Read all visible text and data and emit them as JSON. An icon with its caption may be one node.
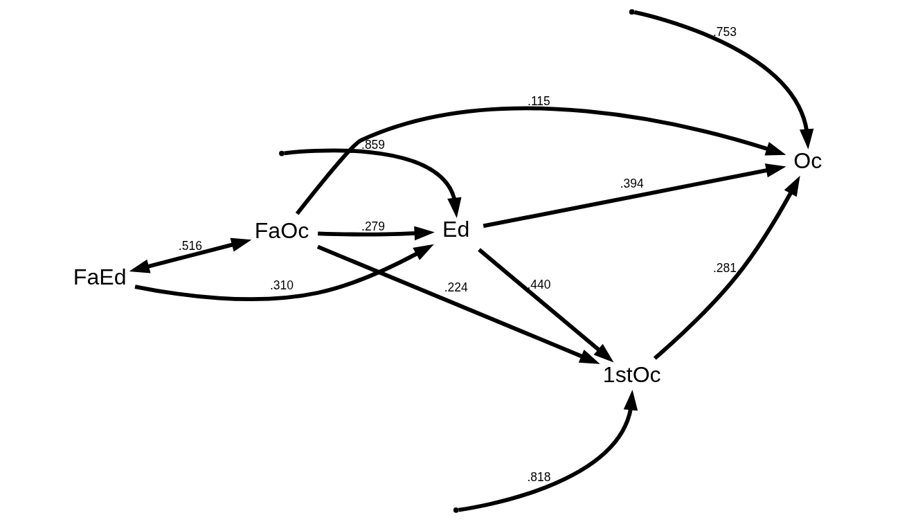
{
  "diagram": {
    "nodes": [
      {
        "text": [
          "FaEd"
        ]
      },
      {
        "text": [
          "Ed"
        ]
      },
      {
        "text": [
          "Oc"
        ]
      },
      {
        "text": [
          "FaOc"
        ]
      },
      {
        "text": [
          "1stOc"
        ]
      }
    ],
    "edges": [
      {
        "from": 0,
        "to": 3,
        "arrow": "both",
        "label": ".516"
      },
      {
        "from": 0,
        "to": 1,
        "arrow": "to",
        "label": ".310"
      },
      {
        "from": null,
        "to": 1,
        "arrow": "to",
        "label": ".859"
      },
      {
        "from": 1,
        "to": 2,
        "arrow": "to",
        "label": ".394"
      },
      {
        "from": null,
        "to": 2,
        "arrow": "to",
        "label": ".753"
      },
      {
        "from": 1,
        "to": 4,
        "arrow": "to",
        "label": ".440"
      },
      {
        "from": 3,
        "to": 1,
        "arrow": "to",
        "label": ".279"
      },
      {
        "from": 3,
        "to": 2,
        "arrow": "to",
        "label": ".115"
      },
      {
        "from": 3,
        "to": 4,
        "arrow": "to",
        "label": ".224"
      },
      {
        "from": 4,
        "to": 2,
        "arrow": "to",
        "label": ".281"
      },
      {
        "from": null,
        "to": 4,
        "arrow": "to",
        "label": ".818"
      }
    ]
  }
}
